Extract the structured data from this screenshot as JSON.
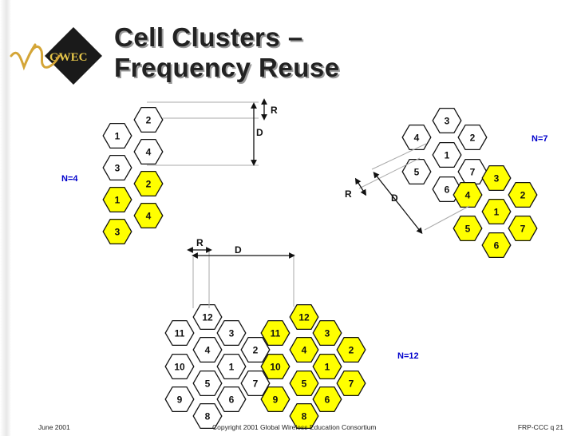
{
  "title": {
    "line1": "Cell Clusters –",
    "line2": "Frequency Reuse"
  },
  "logo": {
    "text": "GWEC",
    "script_mark": "vh"
  },
  "colors": {
    "yellow": "#ffff00",
    "white": "#ffffff",
    "label_blue": "#0000cc",
    "line_gray": "#aaaaaa"
  },
  "clusters": {
    "n4": {
      "label": "N=4",
      "cells": [
        {
          "label": "2",
          "filled": false
        },
        {
          "label": "1",
          "filled": false
        },
        {
          "label": "4",
          "filled": false
        },
        {
          "label": "3",
          "filled": false
        },
        {
          "label": "2",
          "filled": true
        },
        {
          "label": "1",
          "filled": true
        },
        {
          "label": "4",
          "filled": true
        },
        {
          "label": "3",
          "filled": true
        }
      ],
      "r_label": "R",
      "d_label": "D"
    },
    "n7": {
      "label": "N=7",
      "cells": [
        {
          "label": "3",
          "filled": false
        },
        {
          "label": "4",
          "filled": false
        },
        {
          "label": "2",
          "filled": false
        },
        {
          "label": "1",
          "filled": false
        },
        {
          "label": "5",
          "filled": false
        },
        {
          "label": "7",
          "filled": false
        },
        {
          "label": "6",
          "filled": false
        },
        {
          "label": "3",
          "filled": true
        },
        {
          "label": "4",
          "filled": true
        },
        {
          "label": "2",
          "filled": true
        },
        {
          "label": "1",
          "filled": true
        },
        {
          "label": "5",
          "filled": true
        },
        {
          "label": "7",
          "filled": true
        },
        {
          "label": "6",
          "filled": true
        }
      ],
      "r_label": "R",
      "d_label": "D"
    },
    "n12": {
      "label": "N=12",
      "cells": [
        {
          "label": "12",
          "filled": false
        },
        {
          "label": "11",
          "filled": false
        },
        {
          "label": "3",
          "filled": false
        },
        {
          "label": "4",
          "filled": false
        },
        {
          "label": "2",
          "filled": false
        },
        {
          "label": "10",
          "filled": false
        },
        {
          "label": "1",
          "filled": false
        },
        {
          "label": "5",
          "filled": false
        },
        {
          "label": "7",
          "filled": false
        },
        {
          "label": "9",
          "filled": false
        },
        {
          "label": "6",
          "filled": false
        },
        {
          "label": "8",
          "filled": false
        },
        {
          "label": "12",
          "filled": true
        },
        {
          "label": "11",
          "filled": true
        },
        {
          "label": "3",
          "filled": true
        },
        {
          "label": "4",
          "filled": true
        },
        {
          "label": "2",
          "filled": true
        },
        {
          "label": "10",
          "filled": true
        },
        {
          "label": "1",
          "filled": true
        },
        {
          "label": "5",
          "filled": true
        },
        {
          "label": "7",
          "filled": true
        },
        {
          "label": "9",
          "filled": true
        },
        {
          "label": "6",
          "filled": true
        },
        {
          "label": "8",
          "filled": true
        }
      ],
      "r_label": "R",
      "d_label": "D"
    }
  },
  "footer": {
    "date": "June 2001",
    "copyright": "Copyright 2001 Global Wireless Education Consortium",
    "page": "FRP-CCC q  21"
  }
}
